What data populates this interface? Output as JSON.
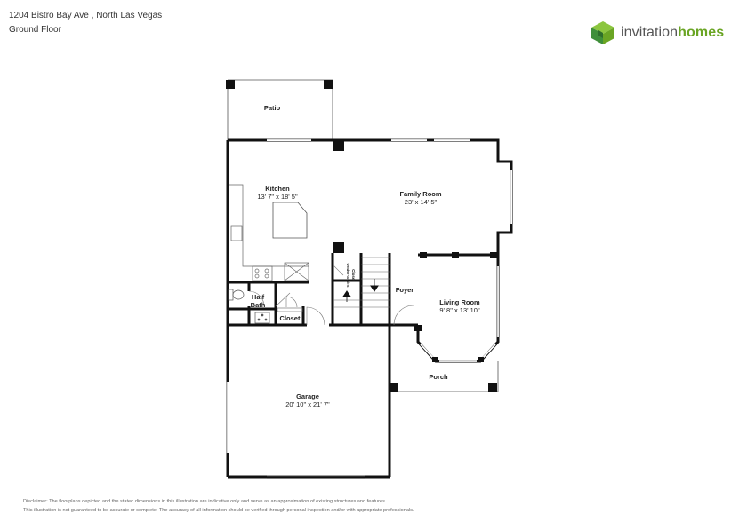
{
  "header": {
    "address": "1204 Bistro Bay Ave , North Las Vegas",
    "floor": "Ground Floor"
  },
  "logo": {
    "word1": "invitation",
    "word2": "homes",
    "green": "#6aa524"
  },
  "rooms": {
    "patio": "Patio",
    "kitchen": "Kitchen",
    "kitchen_dim": "13' 7\" x 18' 5\"",
    "family": "Family Room",
    "family_dim": "23' x 14' 5\"",
    "half_bath_1": "Half",
    "half_bath_2": "Bath",
    "closet": "Closet",
    "under_stairs_1": "Under-Stairs",
    "under_stairs_2": "Closet",
    "foyer": "Foyer",
    "living": "Living Room",
    "living_dim": "9' 8\" x 13' 10\"",
    "porch": "Porch",
    "garage": "Garage",
    "garage_dim": "20' 10\" x 21' 7\""
  },
  "disclaimer": {
    "line1": "Disclaimer: The floorplans depicted and the stated dimensions in this illustration are indicative only and serve as an approximation of existing structures and features.",
    "line2": "This illustration is not guaranteed to be accurate or complete. The accuracy of all information should be verified through personal inspection and/or with appropriate professionals."
  }
}
